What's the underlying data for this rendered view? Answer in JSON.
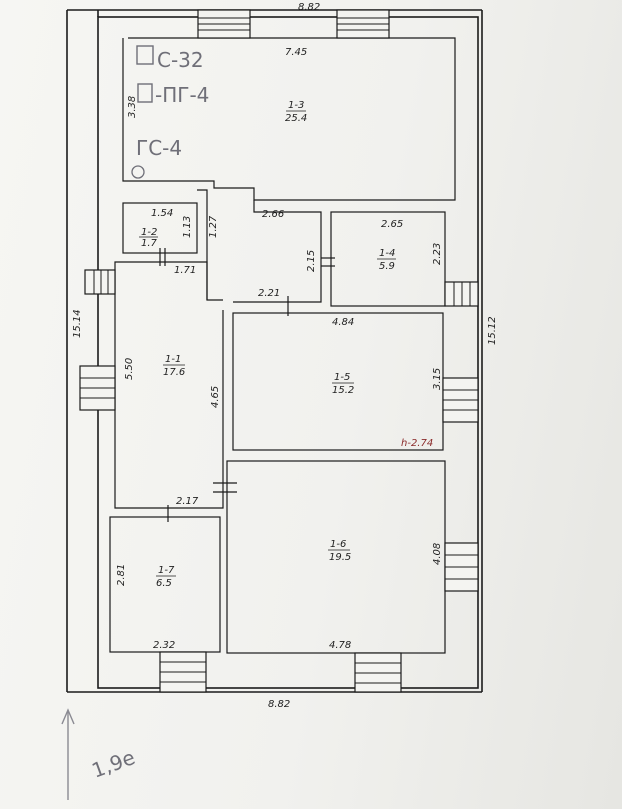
{
  "dimensions": {
    "top": "8.82",
    "bottom": "8.82",
    "left": "15.14",
    "right": "15.12",
    "room13_w": "7.45",
    "room13_h": "3.38",
    "room12_w": "1.54",
    "room12_h": "1.13",
    "room12_w2": "1.71",
    "corr_w": "1.27",
    "corr_w2": "2.66",
    "room14_w": "2.65",
    "room14_h": "2.23",
    "corr_h": "2.15",
    "corr_w3": "2.21",
    "room15_w": "4.84",
    "room15_h": "3.15",
    "room11_h": "5.50",
    "corr_h2": "4.65",
    "room17_top": "2.17",
    "room17_h": "2.81",
    "room17_w": "2.32",
    "room16_h": "4.08",
    "room16_w": "4.78"
  },
  "rooms": [
    {
      "id": "1-3",
      "area": "25.4"
    },
    {
      "id": "1-2",
      "area": "1.7"
    },
    {
      "id": "1-4",
      "area": "5.9"
    },
    {
      "id": "1-1",
      "area": "17.6"
    },
    {
      "id": "1-5",
      "area": "15.2"
    },
    {
      "id": "1-6",
      "area": "19.5"
    },
    {
      "id": "1-7",
      "area": "6.5"
    }
  ],
  "height_note": "h-2.74",
  "handwriting": {
    "line1": "С-32",
    "line2": "-ПГ-4",
    "line3": "ГС-4",
    "bottom": "1,9e"
  },
  "colors": {
    "ink": "#1b1b1b",
    "pencil": "#6f6f78",
    "red_note": "#8a2a2a"
  }
}
